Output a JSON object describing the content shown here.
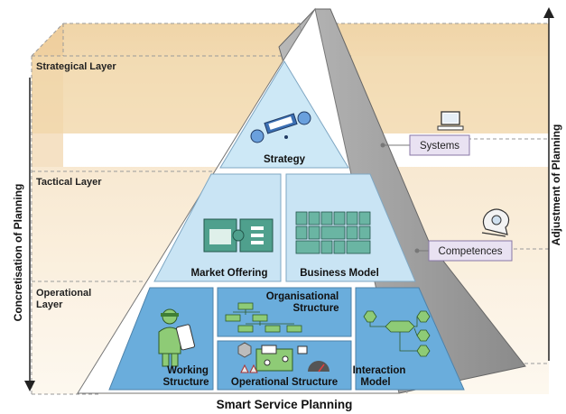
{
  "layers": {
    "strategical": "Strategical Layer",
    "tactical": "Tactical Layer",
    "operational_line1": "Operational",
    "operational_line2": "Layer"
  },
  "pyramid": {
    "strategy": "Strategy",
    "market_offering": "Market Offering",
    "business_model": "Business Model",
    "org_structure_line1": "Organisational",
    "org_structure_line2": "Structure",
    "working_structure_line1": "Working",
    "working_structure_line2": "Structure",
    "operational_structure": "Operational Structure",
    "interaction_model_line1": "Interaction",
    "interaction_model_line2": "Model",
    "base_title": "Smart Service Planning"
  },
  "side_tags": {
    "systems": "Systems",
    "competences": "Competences"
  },
  "axes": {
    "left": "Concretisation of Planning",
    "right": "Adjustment of Planning"
  },
  "icons": {
    "strategy": "strategy-network-icon",
    "market": "puzzle-gear-icon",
    "business": "grid-table-icon",
    "org": "org-chart-icon",
    "worker": "worker-tablet-icon",
    "operational": "circuit-gauge-icon",
    "interaction": "hexagon-flow-icon",
    "computer": "computer-icon",
    "head": "head-gear-icon"
  }
}
